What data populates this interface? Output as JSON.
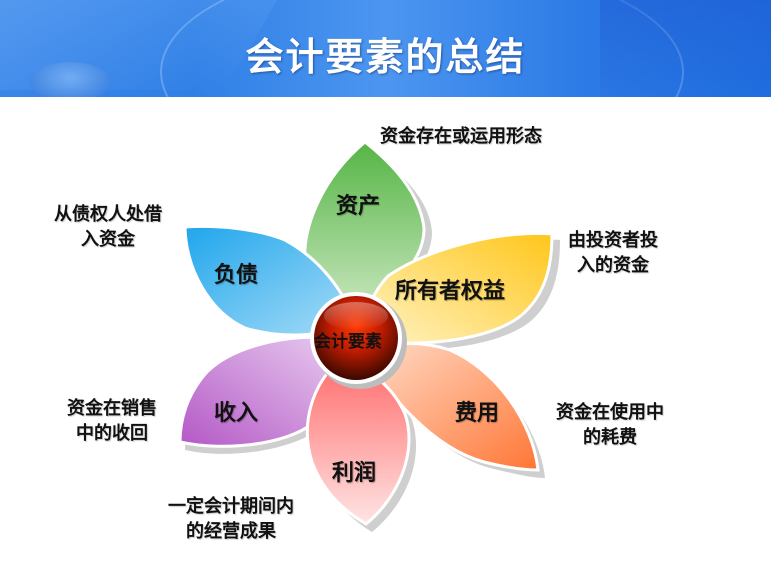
{
  "title": "会计要素的总结",
  "center": {
    "label": "会计要素",
    "color": "#cc2200"
  },
  "petals": [
    {
      "key": "asset",
      "label": "资产",
      "color_from": "#5cb84c",
      "color_to": "#bfe0b3",
      "description": [
        "资金存在或运用形态"
      ]
    },
    {
      "key": "liability",
      "label": "负债",
      "color_from": "#22a8ec",
      "color_to": "#9fd8f6",
      "description": [
        "从债权人处借",
        "入资金"
      ]
    },
    {
      "key": "equity",
      "label": "所有者权益",
      "color_from": "#ffc822",
      "color_to": "#fff0b8",
      "description": [
        "由投资者投",
        "入的资金"
      ]
    },
    {
      "key": "revenue",
      "label": "收入",
      "color_from": "#b65ec8",
      "color_to": "#e3c3ec",
      "description": [
        "资金在销售",
        "中的收回"
      ]
    },
    {
      "key": "expense",
      "label": "费用",
      "color_from": "#ff7b3a",
      "color_to": "#ffd2b8",
      "description": [
        "资金在使用中",
        "的耗费"
      ]
    },
    {
      "key": "profit",
      "label": "利润",
      "color_from": "#ff7070",
      "color_to": "#ffe0e0",
      "description": [
        "一定会计期间内",
        "的经营成果"
      ]
    }
  ]
}
